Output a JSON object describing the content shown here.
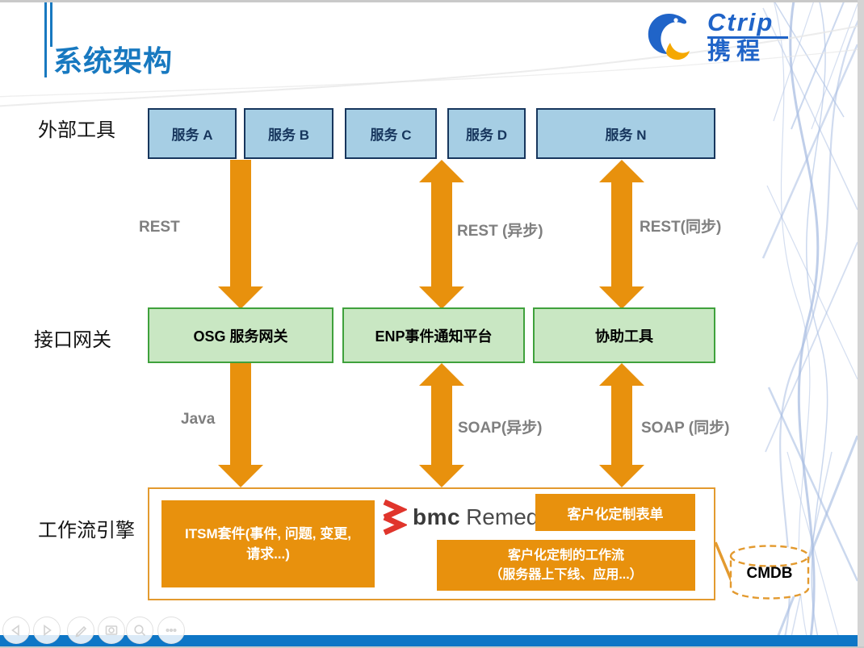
{
  "title": "系统架构",
  "logo": {
    "brand": "Ctrip",
    "brand_cn": "携程"
  },
  "row_labels": {
    "external": "外部工具",
    "gateway": "接口网关",
    "workflow": "工作流引擎"
  },
  "services": [
    "服务 A",
    "服务 B",
    "服务 C",
    "服务 D",
    "服务 N"
  ],
  "gateways": [
    "OSG 服务网关",
    "ENP事件通知平台",
    "协助工具"
  ],
  "arrow_labels": {
    "rest": "REST",
    "rest_async": "REST (异步)",
    "rest_sync": "REST(同步)",
    "java": "Java",
    "soap_async": "SOAP(异步)",
    "soap_sync": "SOAP (同步)"
  },
  "workflow_box": {
    "itsm_line1": "ITSM套件(事件, 问题, 变更,",
    "itsm_line2": "请求...)",
    "bmc": "bmc",
    "remedy": "Remedy",
    "custom_form": "客户化定制表单",
    "flow_line1": "客户化定制的工作流",
    "flow_line2": "（服务器上下线、应用...）",
    "cmdb": "CMDB"
  },
  "nav_icons": [
    "previous-slide",
    "next-slide",
    "pen",
    "show-all-slides",
    "zoom",
    "more-options"
  ],
  "colors": {
    "title_blue": "#1879C0",
    "accent_orange": "#E8910D",
    "outline_orange": "#E39A2F",
    "service_fill": "#A6CEE4",
    "service_border": "#17365D",
    "gateway_fill": "#C9E7C3",
    "gateway_border": "#3FA13C",
    "arrow_label_gray": "#7F7F7F",
    "bottom_bar_blue": "#0E76C6",
    "bmc_red": "#E0352C",
    "logo_blue": "#2064C8",
    "background_line_blue": "#A9BEE2"
  }
}
